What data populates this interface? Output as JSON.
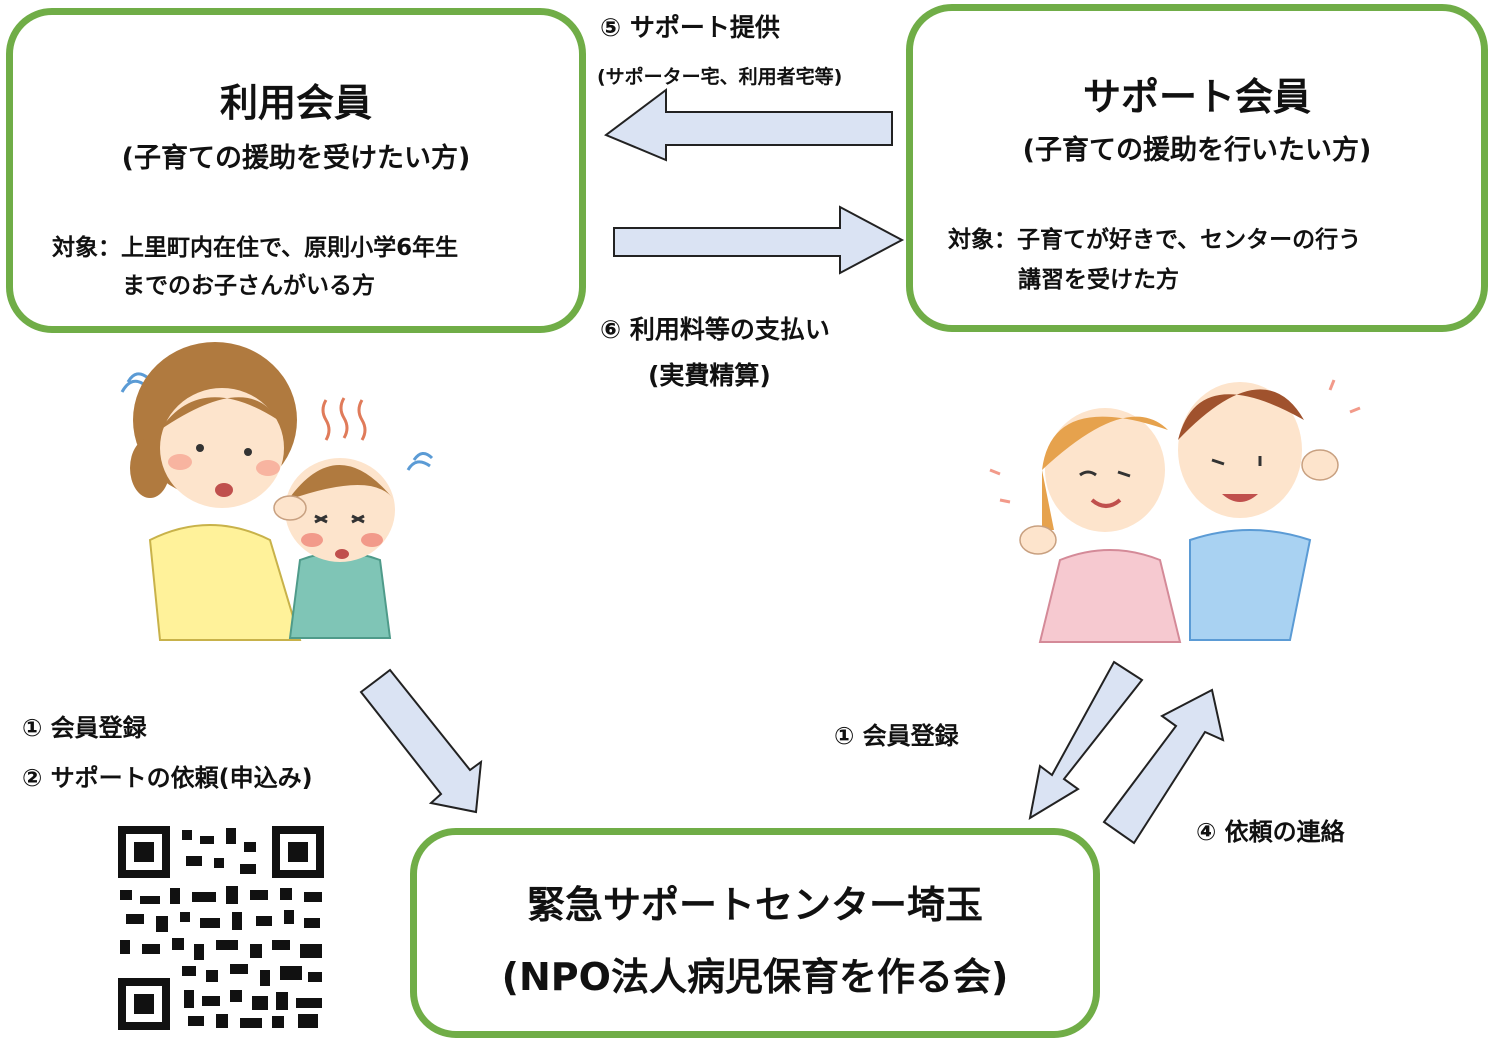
{
  "user_member": {
    "title": "利用会員",
    "subtitle": "(子育ての援助を受けたい方)",
    "target_line1": "対象：上里町内在住で、原則小学6年生",
    "target_line2": "までのお子さんがいる方"
  },
  "support_member": {
    "title": "サポート会員",
    "subtitle": "(子育ての援助を行いたい方)",
    "target_line1": "対象：子育てが好きで、センターの行う",
    "target_line2": "講習を受けた方"
  },
  "center": {
    "title": "緊急サポートセンター埼玉",
    "subtitle": "(NPO法人病児保育を作る会)"
  },
  "flows": {
    "support_provision": "⑤ サポート提供",
    "support_provision_note": "(サポーター宅、利用者宅等)",
    "payment": "⑥ 利用料等の支払い",
    "payment_note": "(実費精算)",
    "user_registration": "① 会員登録",
    "support_request": "② サポートの依頼(申込み)",
    "supporter_registration": "① 会員登録",
    "request_contact": "④ 依頼の連絡"
  },
  "colors": {
    "box_border": "#70ad47",
    "arrow_fill": "#dae3f3",
    "arrow_stroke": "#222222"
  },
  "illustrations": [
    "worried-mother-and-child-illustration",
    "cheerful-supporters-illustration",
    "qr-code"
  ]
}
